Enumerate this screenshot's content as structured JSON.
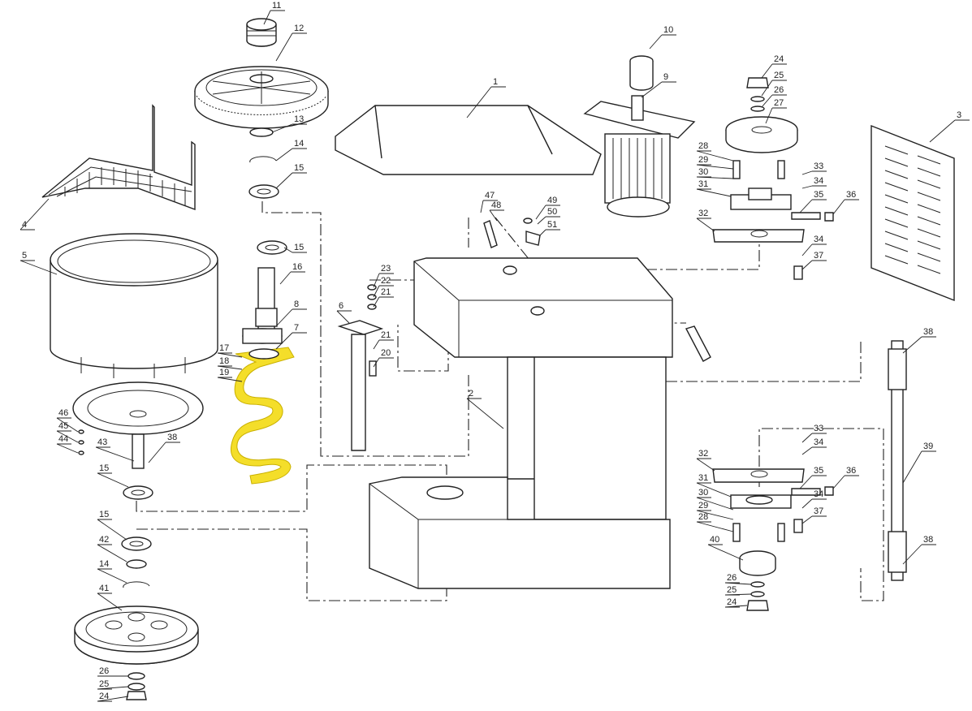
{
  "diagram": {
    "highlight_color": "#f4de2a",
    "part_labels": [
      {
        "id": "p11",
        "text": "11"
      },
      {
        "id": "p12",
        "text": "12"
      },
      {
        "id": "p13",
        "text": "13"
      },
      {
        "id": "p14a",
        "text": "14"
      },
      {
        "id": "p15a",
        "text": "15"
      },
      {
        "id": "p4",
        "text": "4"
      },
      {
        "id": "p5",
        "text": "5"
      },
      {
        "id": "p15b",
        "text": "15"
      },
      {
        "id": "p16",
        "text": "16"
      },
      {
        "id": "p8",
        "text": "8"
      },
      {
        "id": "p7",
        "text": "7"
      },
      {
        "id": "p17",
        "text": "17"
      },
      {
        "id": "p18",
        "text": "18"
      },
      {
        "id": "p19",
        "text": "19"
      },
      {
        "id": "p46",
        "text": "46"
      },
      {
        "id": "p45",
        "text": "45"
      },
      {
        "id": "p44",
        "text": "44"
      },
      {
        "id": "p43",
        "text": "43"
      },
      {
        "id": "p38a",
        "text": "38"
      },
      {
        "id": "p15c",
        "text": "15"
      },
      {
        "id": "p15d",
        "text": "15"
      },
      {
        "id": "p42",
        "text": "42"
      },
      {
        "id": "p14b",
        "text": "14"
      },
      {
        "id": "p41",
        "text": "41"
      },
      {
        "id": "p26a",
        "text": "26"
      },
      {
        "id": "p25a",
        "text": "25"
      },
      {
        "id": "p24a",
        "text": "24"
      },
      {
        "id": "p1",
        "text": "1"
      },
      {
        "id": "p10",
        "text": "10"
      },
      {
        "id": "p9",
        "text": "9"
      },
      {
        "id": "p24b",
        "text": "24"
      },
      {
        "id": "p25b",
        "text": "25"
      },
      {
        "id": "p26b",
        "text": "26"
      },
      {
        "id": "p27",
        "text": "27"
      },
      {
        "id": "p28a",
        "text": "28"
      },
      {
        "id": "p29a",
        "text": "29"
      },
      {
        "id": "p30a",
        "text": "30"
      },
      {
        "id": "p31a",
        "text": "31"
      },
      {
        "id": "p32a",
        "text": "32"
      },
      {
        "id": "p33a",
        "text": "33"
      },
      {
        "id": "p34a",
        "text": "34"
      },
      {
        "id": "p35a",
        "text": "35"
      },
      {
        "id": "p36a",
        "text": "36"
      },
      {
        "id": "p34b",
        "text": "34"
      },
      {
        "id": "p37a",
        "text": "37"
      },
      {
        "id": "p3",
        "text": "3"
      },
      {
        "id": "p47",
        "text": "47"
      },
      {
        "id": "p48",
        "text": "48"
      },
      {
        "id": "p49",
        "text": "49"
      },
      {
        "id": "p50",
        "text": "50"
      },
      {
        "id": "p51",
        "text": "51"
      },
      {
        "id": "p23",
        "text": "23"
      },
      {
        "id": "p22",
        "text": "22"
      },
      {
        "id": "p21a",
        "text": "21"
      },
      {
        "id": "p6",
        "text": "6"
      },
      {
        "id": "p21b",
        "text": "21"
      },
      {
        "id": "p20",
        "text": "20"
      },
      {
        "id": "p2",
        "text": "2"
      },
      {
        "id": "p38b",
        "text": "38"
      },
      {
        "id": "p39",
        "text": "39"
      },
      {
        "id": "p38c",
        "text": "38"
      },
      {
        "id": "p33b",
        "text": "33"
      },
      {
        "id": "p34c",
        "text": "34"
      },
      {
        "id": "p32b",
        "text": "32"
      },
      {
        "id": "p35b",
        "text": "35"
      },
      {
        "id": "p36b",
        "text": "36"
      },
      {
        "id": "p31b",
        "text": "31"
      },
      {
        "id": "p34d",
        "text": "34"
      },
      {
        "id": "p30b",
        "text": "30"
      },
      {
        "id": "p29b",
        "text": "29"
      },
      {
        "id": "p37b",
        "text": "37"
      },
      {
        "id": "p28b",
        "text": "28"
      },
      {
        "id": "p40",
        "text": "40"
      },
      {
        "id": "p26c",
        "text": "26"
      },
      {
        "id": "p25c",
        "text": "25"
      },
      {
        "id": "p24c",
        "text": "24"
      }
    ]
  }
}
